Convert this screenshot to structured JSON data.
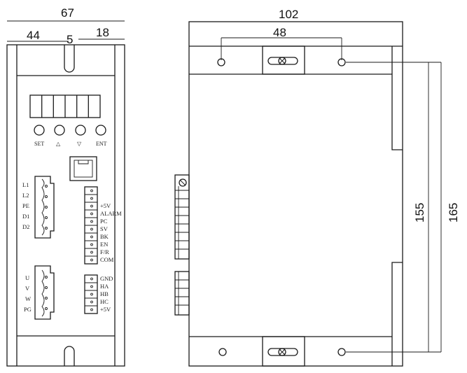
{
  "front_view": {
    "dims": {
      "width": "67",
      "left_offset": "44",
      "slot": "5",
      "right_offset": "18"
    },
    "buttons": [
      {
        "label": "SET",
        "icon": "circle-button-icon"
      },
      {
        "label": "△",
        "icon": "circle-button-icon"
      },
      {
        "label": "▽",
        "icon": "circle-button-icon"
      },
      {
        "label": "ENT",
        "icon": "circle-button-icon"
      }
    ],
    "power_terminal_labels": [
      "L1",
      "L2",
      "PE",
      "D1",
      "D2"
    ],
    "motor_terminal_labels": [
      "U",
      "V",
      "W",
      "PG"
    ],
    "signal_terminal_labels": [
      "+5V",
      "ALARM",
      "PC",
      "SV",
      "BK",
      "EN",
      "F/R",
      "COM"
    ],
    "hall_terminal_labels": [
      "GND",
      "HA",
      "HB",
      "HC",
      "+5V"
    ]
  },
  "side_view": {
    "dims": {
      "width": "102",
      "hole_spacing": "48",
      "inner_height": "155",
      "outer_height": "165"
    }
  }
}
